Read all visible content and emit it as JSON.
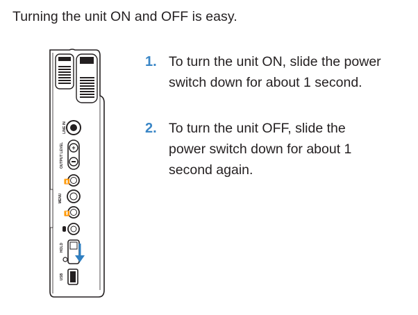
{
  "intro": "Turning the unit ON and OFF is easy.",
  "device": {
    "labels": {
      "line_in": "LINE IN",
      "output_level": "OUTPUT LEVEL",
      "menu": "MENU",
      "hold": "HOLD",
      "usb": "USB"
    },
    "accent_color": "#2f7fc1"
  },
  "steps": [
    {
      "number": "1.",
      "lines": [
        "To turn the unit ON, slide the power",
        "switch down for about 1 second."
      ]
    },
    {
      "number": "2.",
      "lines": [
        "To turn the unit OFF, slide the",
        "power switch down for about 1",
        "second again."
      ]
    }
  ]
}
